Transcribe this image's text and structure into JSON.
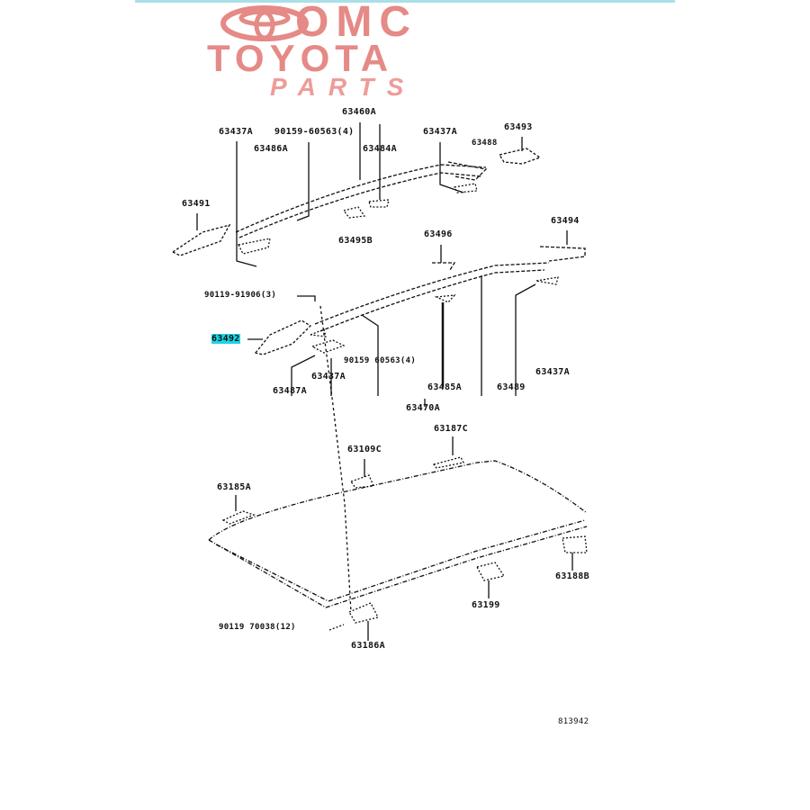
{
  "logo": {
    "line1": "OMC",
    "line2": "TOYOTA",
    "line3": "PARTS"
  },
  "labels": {
    "p63437a_1": "63437A",
    "p90159_1": "90159-60563(4)",
    "p63486a": "63486A",
    "p63460a": "63460A",
    "p63484a": "63484A",
    "p63437a_2": "63437A",
    "p63488": "63488",
    "p63493": "63493",
    "p63491": "63491",
    "p63495b": "63495B",
    "p63496": "63496",
    "p63494": "63494",
    "p90119_1": "90119-91906(3)",
    "p63492": "63492",
    "p90159_2": "90159 60563(4)",
    "p63437a_3": "63437A",
    "p63487a": "63487A",
    "p63485a": "63485A",
    "p63470a": "63470A",
    "p63489": "63489",
    "p63437a_4": "63437A",
    "p63187c": "63187C",
    "p63109c": "63109C",
    "p63185a": "63185A",
    "p63188b": "63188B",
    "p63199": "63199",
    "p90119_2": "90119 70038(12)",
    "p63186a": "63186A"
  },
  "figure_id": "813942",
  "colors": {
    "highlight": "#19d6e6",
    "logo": "#e58a86"
  }
}
